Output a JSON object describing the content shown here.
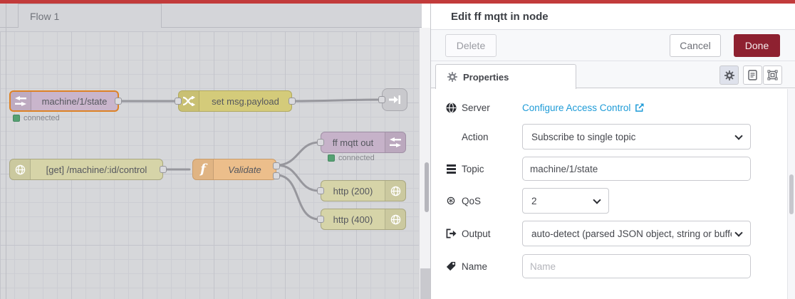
{
  "workspace": {
    "tab_label": "Flow 1",
    "nodes": [
      {
        "label": "machine/1/state",
        "status": "connected"
      },
      {
        "label": "set msg.payload"
      },
      {},
      {
        "label": "[get] /machine/:id/control"
      },
      {
        "label": "Validate"
      },
      {
        "label": "ff mqtt out",
        "status": "connected"
      },
      {
        "label": "http (200)"
      },
      {
        "label": "http (400)"
      }
    ]
  },
  "panel": {
    "title": "Edit ff mqtt in node",
    "delete_label": "Delete",
    "cancel_label": "Cancel",
    "done_label": "Done",
    "properties_tab_label": "Properties",
    "form": {
      "server_label": "Server",
      "server_link": "Configure Access Control",
      "action_label": "Action",
      "action_value": "Subscribe to single topic",
      "topic_label": "Topic",
      "topic_value": "machine/1/state",
      "qos_label": "QoS",
      "qos_value": "2",
      "output_label": "Output",
      "output_value": "auto-detect (parsed JSON object, string or buffer)",
      "name_label": "Name",
      "name_placeholder": "Name"
    }
  },
  "colors": {
    "accent_red": "#c23b3b",
    "done_button_red": "#8e2130",
    "link_blue": "#1e9bd7",
    "status_green": "#55a173",
    "selected_node_orange": "#dd8226"
  }
}
